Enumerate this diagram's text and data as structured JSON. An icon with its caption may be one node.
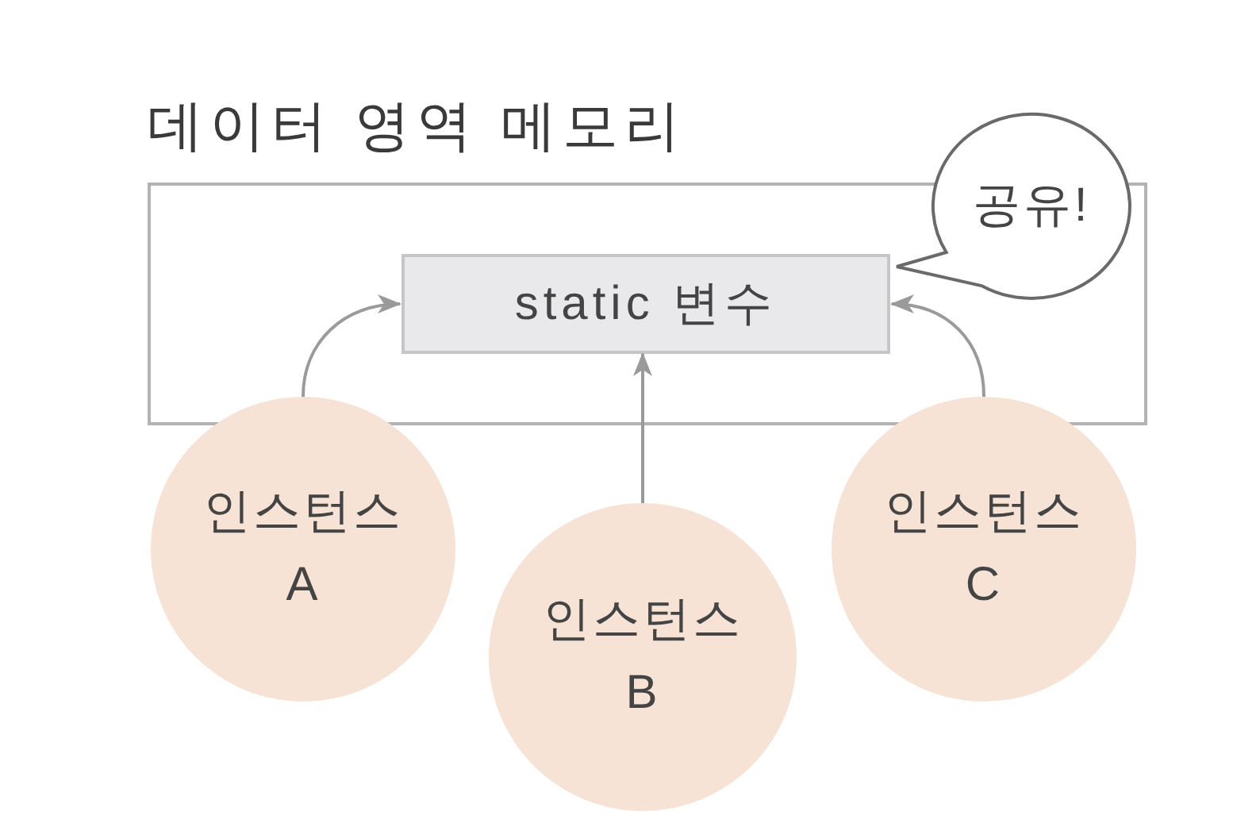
{
  "diagram": {
    "nodes": [
      {
        "text": [
          "데이터 영역 메모리"
        ]
      },
      {
        "text": [
          "static 변수"
        ],
        "in": 0
      },
      {
        "text": [
          "공유!"
        ]
      },
      {
        "text": [
          "인스턴스 A"
        ]
      },
      {
        "text": [
          "인스턴스 B"
        ]
      },
      {
        "text": [
          "인스턴스 C"
        ]
      }
    ],
    "edges": [
      {
        "from": 3,
        "to": 1,
        "arrow": "to"
      },
      {
        "from": 4,
        "to": 1,
        "arrow": "to"
      },
      {
        "from": 5,
        "to": 1,
        "arrow": "to"
      }
    ]
  }
}
